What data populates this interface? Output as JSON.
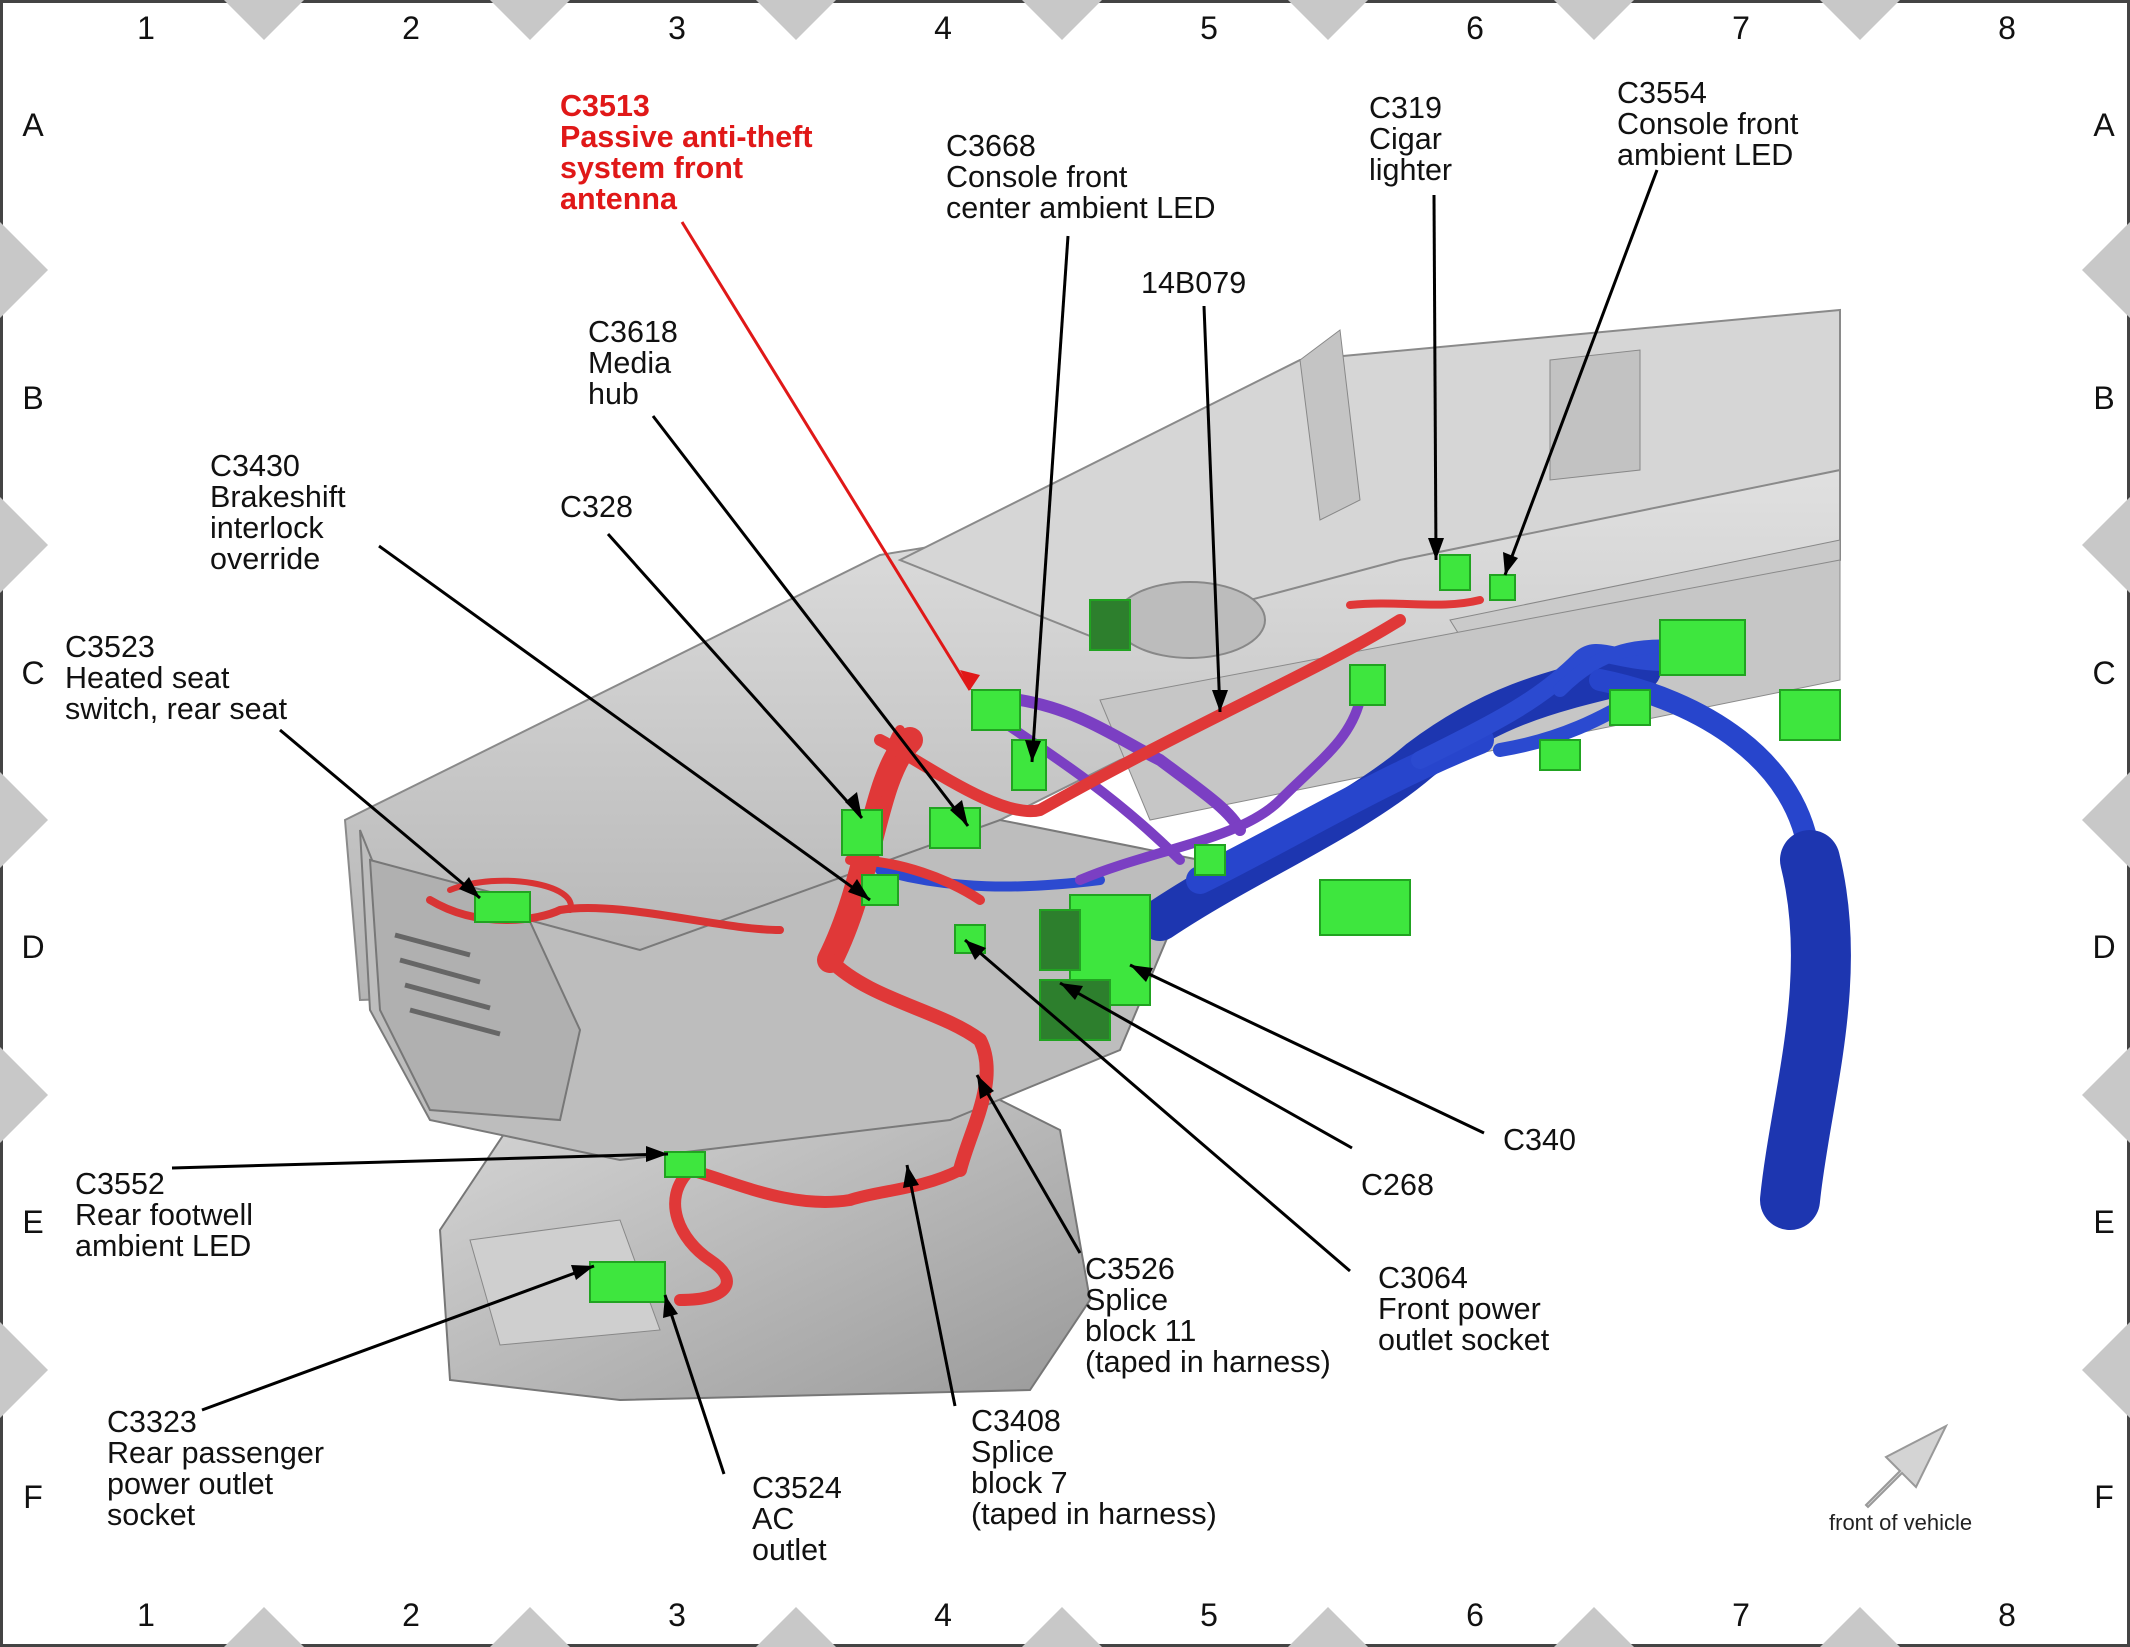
{
  "grid": {
    "columns": [
      "1",
      "2",
      "3",
      "4",
      "5",
      "6",
      "7",
      "8"
    ],
    "rows": [
      "A",
      "B",
      "C",
      "D",
      "E",
      "F"
    ]
  },
  "callouts": [
    {
      "id": "c3513",
      "text": "C3513\nPassive anti-theft\nsystem front\nantenna",
      "highlight": true
    },
    {
      "id": "c3668",
      "text": "C3668\nConsole front\ncenter ambient LED"
    },
    {
      "id": "c319",
      "text": "C319\nCigar\nlighter"
    },
    {
      "id": "c3554",
      "text": "C3554\nConsole front\nambient LED"
    },
    {
      "id": "14b079",
      "text": "14B079"
    },
    {
      "id": "c3618",
      "text": "C3618\nMedia\nhub"
    },
    {
      "id": "c3430",
      "text": "C3430\nBrakeshift\ninterlock\noverride"
    },
    {
      "id": "c328",
      "text": "C328"
    },
    {
      "id": "c3523",
      "text": "C3523\nHeated seat\nswitch, rear seat"
    },
    {
      "id": "c340",
      "text": "C340"
    },
    {
      "id": "c268",
      "text": "C268"
    },
    {
      "id": "c3552",
      "text": "C3552\nRear footwell\nambient LED"
    },
    {
      "id": "c3526",
      "text": "C3526\nSplice\nblock 11\n(taped in harness)"
    },
    {
      "id": "c3064",
      "text": "C3064\nFront power\noutlet socket"
    },
    {
      "id": "c3323",
      "text": "C3323\nRear passenger\npower outlet\nsocket"
    },
    {
      "id": "c3524",
      "text": "C3524\nAC\noutlet"
    },
    {
      "id": "c3408",
      "text": "C3408\nSplice\nblock 7\n(taped in harness)"
    }
  ],
  "orientation": {
    "label": "front of vehicle"
  },
  "colors": {
    "highlight": "#e01818",
    "connector": "#39e639",
    "harness_red": "#e03030",
    "harness_blue": "#2242c8",
    "harness_purple": "#7a3fc0",
    "console": "#c9c9c9"
  }
}
